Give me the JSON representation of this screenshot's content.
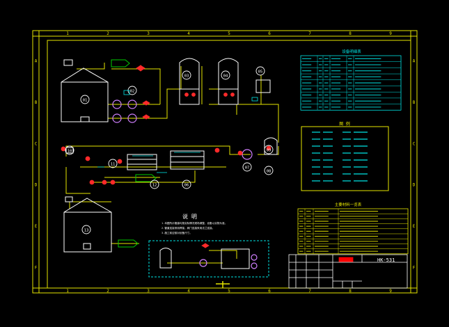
{
  "colors": {
    "background": "#000000",
    "frame": "#e6e600",
    "pipe": "#e6e600",
    "equipment": "#ffffff",
    "table": "#00e5e5",
    "valve": "#ff2a2a",
    "pump": "#d080ff",
    "tag": "#00cc00",
    "note_border": "#00e5e5",
    "stamp": "#ff0000"
  },
  "frame": {
    "col_labels": [
      "1",
      "2",
      "3",
      "4",
      "5",
      "6",
      "7",
      "8",
      "9"
    ],
    "row_labels": [
      "A",
      "B",
      "C",
      "D",
      "E",
      "F"
    ]
  },
  "equipment_tags": [
    "01",
    "02",
    "03",
    "04",
    "05",
    "06",
    "07",
    "08",
    "09",
    "10",
    "11",
    "12",
    "13"
  ],
  "tables": {
    "equipment_list_title": "设备明细表",
    "equipment_rows": 9,
    "legend_title": "图 例",
    "legend_rows": 8,
    "material_title": "主要材料一览表",
    "material_rows": 9
  },
  "notes": {
    "title": "说 明",
    "lines": [
      "1.本图所示管道均按实际情况现场调整，设备以实物为准。",
      "2.管道连接采用焊接，阀门连接采用法兰连接。",
      "3.施工前应核对设备尺寸。"
    ]
  },
  "title_block": {
    "drawing_no": "HK-531"
  },
  "icons": [
    "valve-icon",
    "pump-icon",
    "tank-icon",
    "filter-icon",
    "flow-arrow-icon"
  ]
}
